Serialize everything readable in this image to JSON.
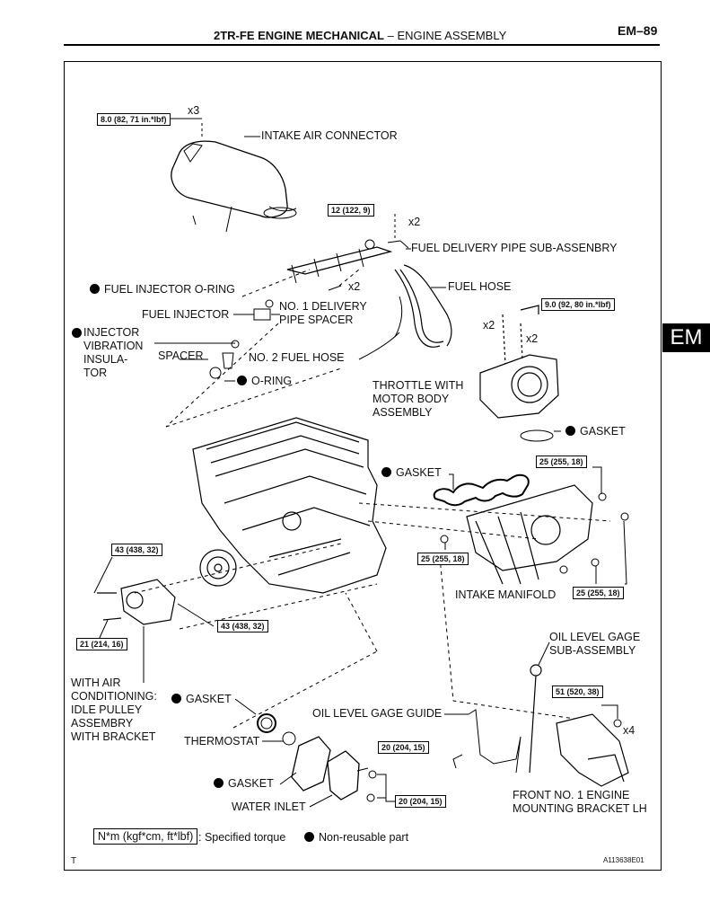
{
  "header": {
    "title_bold": "2TR-FE ENGINE MECHANICAL",
    "title_sep": "–",
    "title_rest": "ENGINE ASSEMBLY",
    "page": "EM–89"
  },
  "side_tab": "EM",
  "labels": {
    "intake_air_connector": "INTAKE AIR CONNECTOR",
    "fuel_delivery_pipe": "FUEL DELIVERY PIPE SUB-ASSENBRY",
    "fuel_injector_oring": "FUEL INJECTOR O-RING",
    "fuel_hose": "FUEL HOSE",
    "no1_delivery_spacer": "NO. 1 DELIVERY\nPIPE SPACER",
    "fuel_injector": "FUEL INJECTOR",
    "injector_vibration": "INJECTOR\nVIBRATION\nINSULA-\nTOR",
    "spacer": "SPACER",
    "no2_fuel_hose": "NO. 2 FUEL HOSE",
    "oring": "O-RING",
    "throttle_body": "THROTTLE WITH\nMOTOR BODY\nASSEMBLY",
    "gasket_throttle": "GASKET",
    "gasket_manifold": "GASKET",
    "intake_manifold": "INTAKE MANIFOLD",
    "oil_level_gage": "OIL LEVEL GAGE\nSUB-ASSEMBLY",
    "with_ac": "WITH AIR\nCONDITIONING:\nIDLE PULLEY\nASSEMBRY\nWITH BRACKET",
    "gasket_thermo": "GASKET",
    "oil_level_guide": "OIL LEVEL GAGE GUIDE",
    "thermostat": "THERMOSTAT",
    "gasket_water": "GASKET",
    "water_inlet": "WATER INLET",
    "front_bracket": "FRONT NO. 1 ENGINE\nMOUNTING BRACKET LH"
  },
  "counts": {
    "x3": "x3",
    "x2_a": "x2",
    "x2_b": "x2",
    "x2_c": "x2",
    "x2_d": "x2",
    "x4": "x4"
  },
  "torques": {
    "t1": "8.0 (82, 71 in.*lbf)",
    "t2": "12 (122, 9)",
    "t3": "9.0 (92, 80 in.*lbf)",
    "t4": "25 (255, 18)",
    "t5": "25 (255, 18)",
    "t6": "25 (255, 18)",
    "t7": "43 (438, 32)",
    "t8": "43 (438, 32)",
    "t9": "21 (214, 16)",
    "t10": "51 (520, 38)",
    "t11": "20 (204, 15)",
    "t12": "20 (204, 15)"
  },
  "legend": {
    "torque_box": "N*m (kgf*cm, ft*lbf)",
    "torque_text": ": Specified torque",
    "nonreusable": "Non-reusable part"
  },
  "footer": {
    "left": "T",
    "code": "A113638E01"
  }
}
